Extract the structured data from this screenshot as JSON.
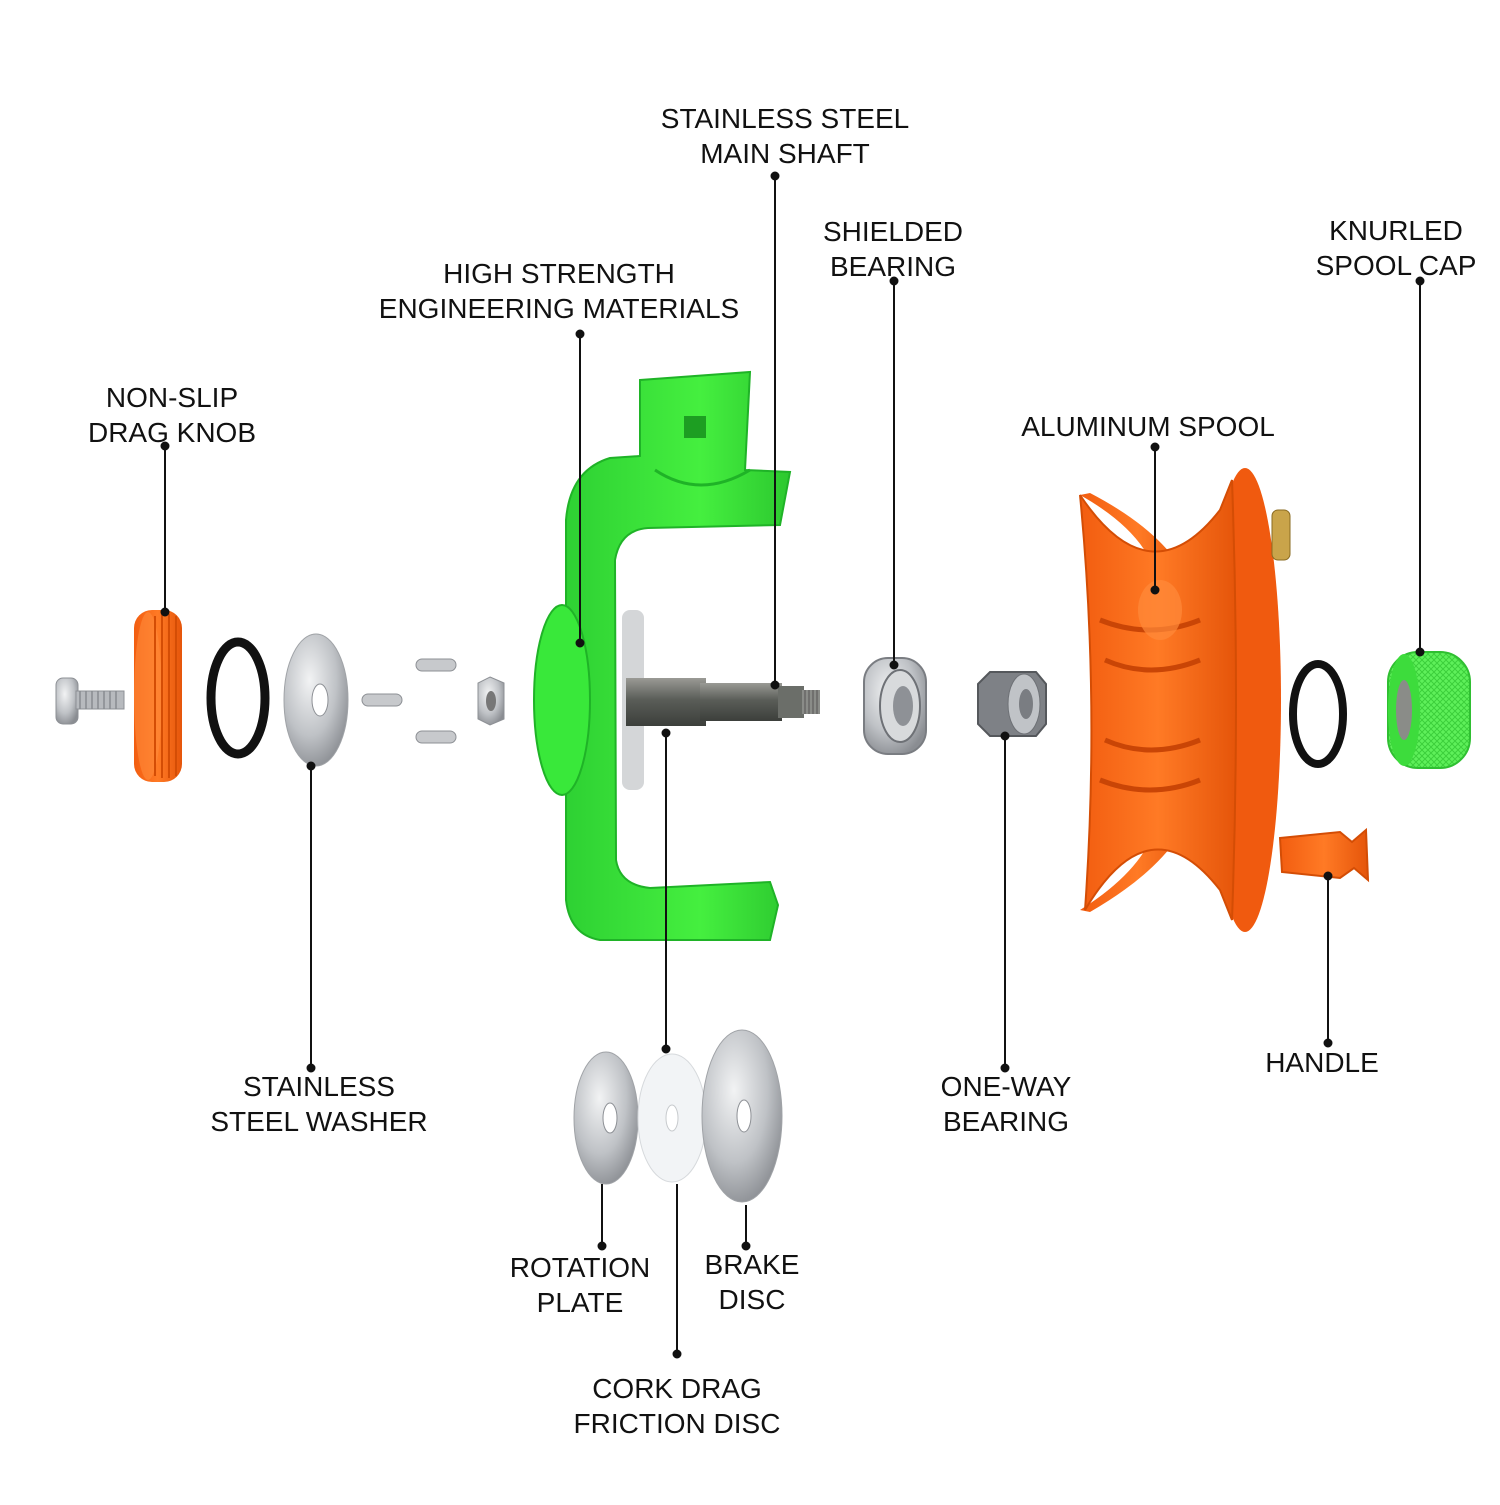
{
  "colors": {
    "frame_green": "#39e83a",
    "frame_green_dark": "#1fb327",
    "spool_orange": "#ff6a1a",
    "spool_orange_dark": "#e04f07",
    "metal": "#b9bcc0",
    "metal_dark": "#6e7176",
    "leader_line": "#111111"
  },
  "labels": {
    "main_shaft": {
      "line1": "STAINLESS STEEL",
      "line2": "MAIN SHAFT"
    },
    "shielded_bearing": {
      "line1": "SHIELDED",
      "line2": "BEARING"
    },
    "spool_cap": {
      "line1": "KNURLED",
      "line2": "SPOOL CAP"
    },
    "frame_material": {
      "line1": "HIGH STRENGTH",
      "line2": "ENGINEERING MATERIALS"
    },
    "drag_knob": {
      "line1": "NON-SLIP",
      "line2": "DRAG KNOB"
    },
    "spool": {
      "line1": "ALUMINUM SPOOL"
    },
    "washer": {
      "line1": "STAINLESS",
      "line2": "STEEL WASHER"
    },
    "one_way_bearing": {
      "line1": "ONE-WAY",
      "line2": "BEARING"
    },
    "handle": {
      "line1": "HANDLE"
    },
    "rotation_plate": {
      "line1": "ROTATION",
      "line2": "PLATE"
    },
    "brake_disc": {
      "line1": "BRAKE",
      "line2": "DISC"
    },
    "cork_disc": {
      "line1": "CORK DRAG",
      "line2": "FRICTION DISC"
    }
  }
}
